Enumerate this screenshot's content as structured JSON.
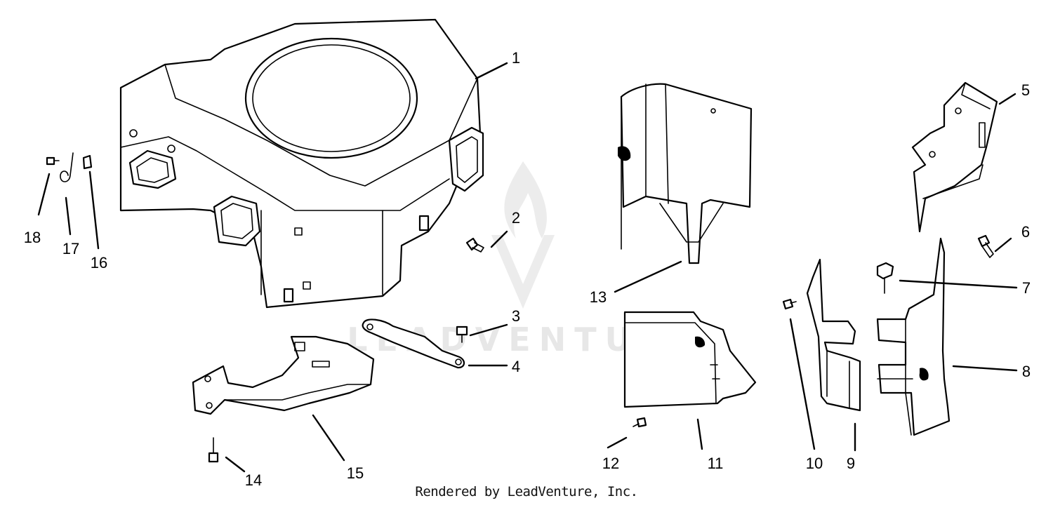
{
  "watermark": {
    "text": "LEADVENTURE"
  },
  "callouts": [
    {
      "id": "1"
    },
    {
      "id": "2"
    },
    {
      "id": "3"
    },
    {
      "id": "4"
    },
    {
      "id": "5"
    },
    {
      "id": "6"
    },
    {
      "id": "7"
    },
    {
      "id": "8"
    },
    {
      "id": "9"
    },
    {
      "id": "10"
    },
    {
      "id": "11"
    },
    {
      "id": "12"
    },
    {
      "id": "13"
    },
    {
      "id": "14"
    },
    {
      "id": "15"
    },
    {
      "id": "16"
    },
    {
      "id": "17"
    },
    {
      "id": "18"
    }
  ],
  "footer": {
    "credit": "Rendered by LeadVenture, Inc."
  }
}
